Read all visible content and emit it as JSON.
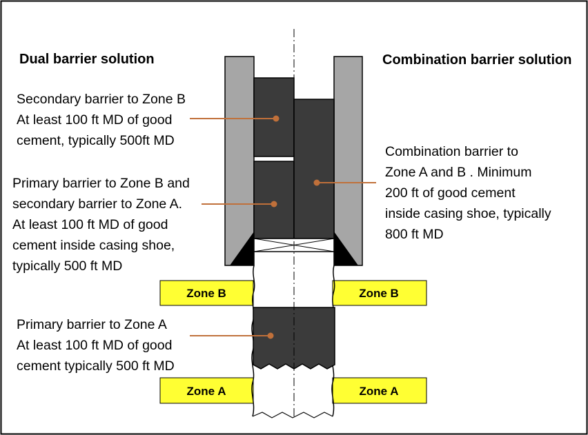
{
  "titles": {
    "left": "Dual barrier solution",
    "right": "Combination barrier solution"
  },
  "annotations": {
    "secondary_zone_b": [
      "Secondary barrier to Zone B",
      "At least 100 ft MD of good",
      "cement, typically 500ft MD"
    ],
    "primary_zone_b": [
      "Primary barrier to Zone B and",
      "secondary barrier to Zone A.",
      "At least 100 ft MD of good",
      "cement inside casing shoe,",
      "typically 500 ft MD"
    ],
    "primary_zone_a": [
      "Primary barrier to Zone A",
      "At least 100 ft MD of good",
      "cement typically 500 ft MD"
    ],
    "combination": [
      "Combination barrier to",
      "Zone A  and B . Minimum",
      "200 ft of good cement",
      "inside casing shoe, typically",
      "800 ft MD"
    ]
  },
  "zones": {
    "zone_b_left": "Zone B",
    "zone_b_right": "Zone B",
    "zone_a_left": "Zone A",
    "zone_a_right": "Zone A"
  },
  "colors": {
    "cement": "#3b3b3b",
    "casing": "#a6a6a6",
    "zone": "#ffff33",
    "leader": "#c0703a",
    "outline": "#000000"
  }
}
